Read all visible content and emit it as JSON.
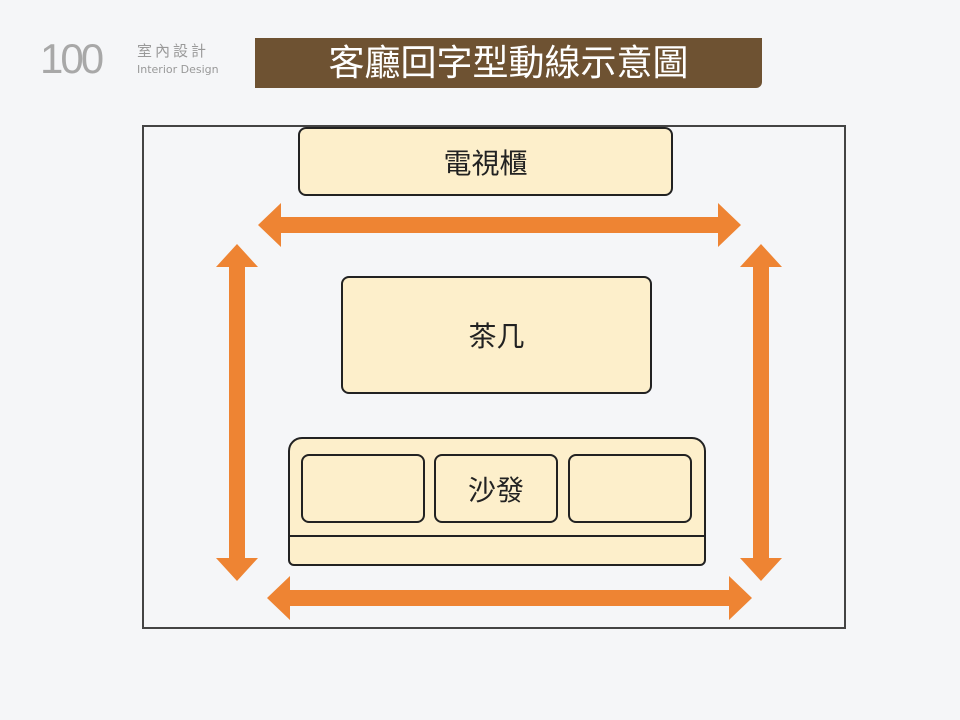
{
  "logo": {
    "number": "100",
    "chinese": "室內設計",
    "english": "Interior Design"
  },
  "title": "客廳回字型動線示意圖",
  "furniture": {
    "tv_cabinet": "電視櫃",
    "coffee_table": "茶几",
    "sofa": "沙發"
  },
  "colors": {
    "arrow": "#ee8433",
    "furniture_fill": "#fdefcb",
    "title_bg": "#6e5232"
  }
}
